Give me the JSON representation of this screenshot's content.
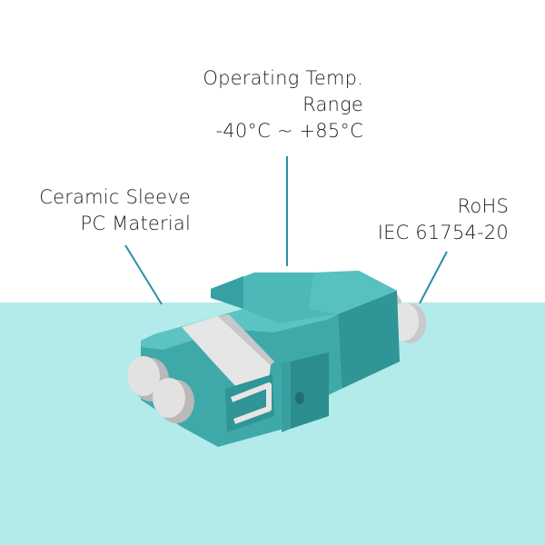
{
  "labels": {
    "temperature": {
      "line1": "Operating Temp.",
      "line2": "Range",
      "line3": "-40°C ~ +85°C"
    },
    "sleeve": {
      "line1": "Ceramic Sleeve",
      "line2": "PC Material"
    },
    "standards": {
      "line1": "RoHS",
      "line2": "IEC 61754-20"
    }
  },
  "colors": {
    "background": "#ffffff",
    "band": "#b2ebea",
    "adapter_body": "#3fa9aa",
    "adapter_shadow": "#2c8d8f",
    "callout_line": "#2a8fa6",
    "cap": "#dcdcdc"
  }
}
